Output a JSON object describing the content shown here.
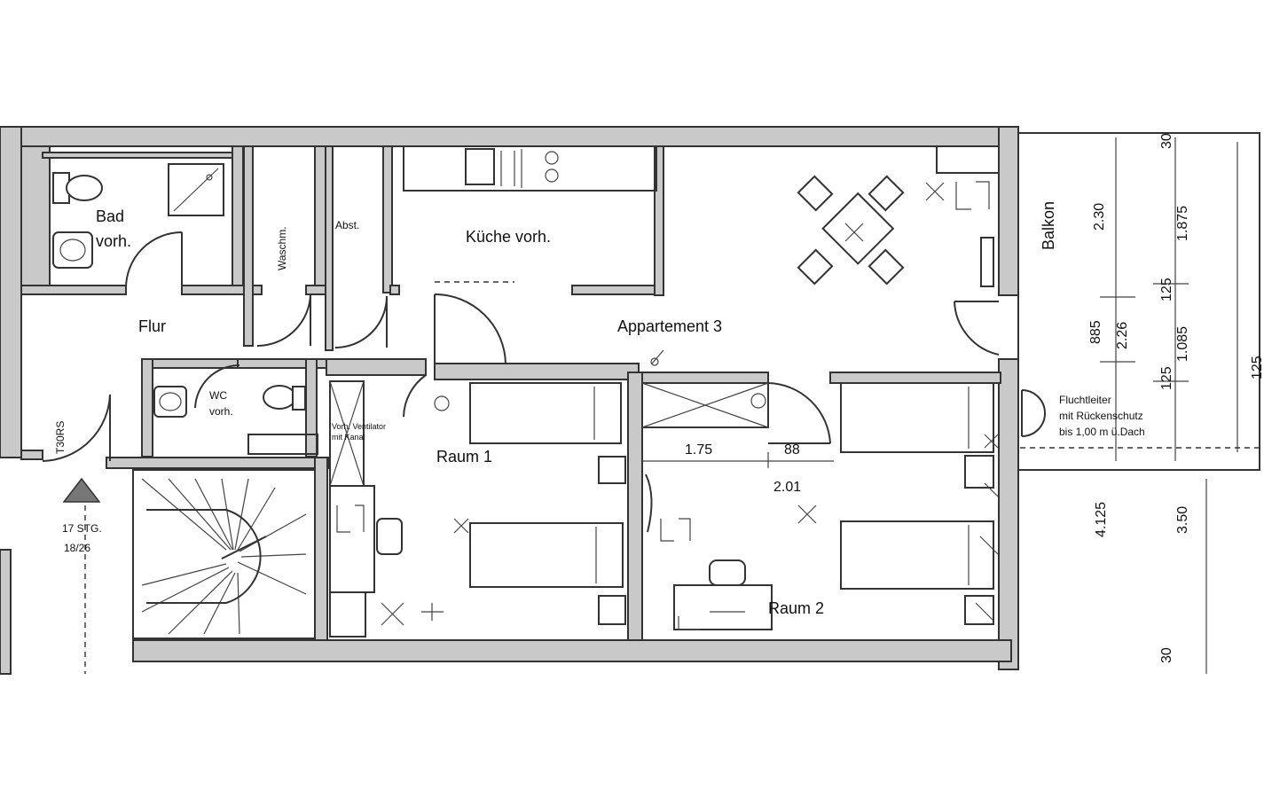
{
  "rooms": {
    "bad": "Bad",
    "bad_vorh": "vorh.",
    "waschm": "Waschm.",
    "abst": "Abst.",
    "kueche": "Küche vorh.",
    "flur": "Flur",
    "appartement": "Appartement 3",
    "wc": "WC",
    "wc_vorh": "vorh.",
    "raum1": "Raum 1",
    "raum2": "Raum 2",
    "balkon": "Balkon",
    "stairs_count": "17 STG.",
    "stairs_ratio": "18/26",
    "stairs_side": "T30RS",
    "vent_line1": "Vorh. Ventilator",
    "vent_line2": "mit Kanal"
  },
  "escape": {
    "line1": "Fluchtleiter",
    "line2": "mit Rückenschutz",
    "line3": "bis 1,00 m ü.Dach"
  },
  "dimensions": {
    "d175": "1.75",
    "d88": "88",
    "d201": "2.01",
    "d30_top": "30",
    "d230": "2.30",
    "d1875": "1.875",
    "d125_a": "125",
    "d885": "885",
    "d226": "2.26",
    "d1085": "1.085",
    "d125_b": "125",
    "d4125": "4.125",
    "d350": "3.50",
    "d30_bottom": "30",
    "d125_edge": "125"
  }
}
